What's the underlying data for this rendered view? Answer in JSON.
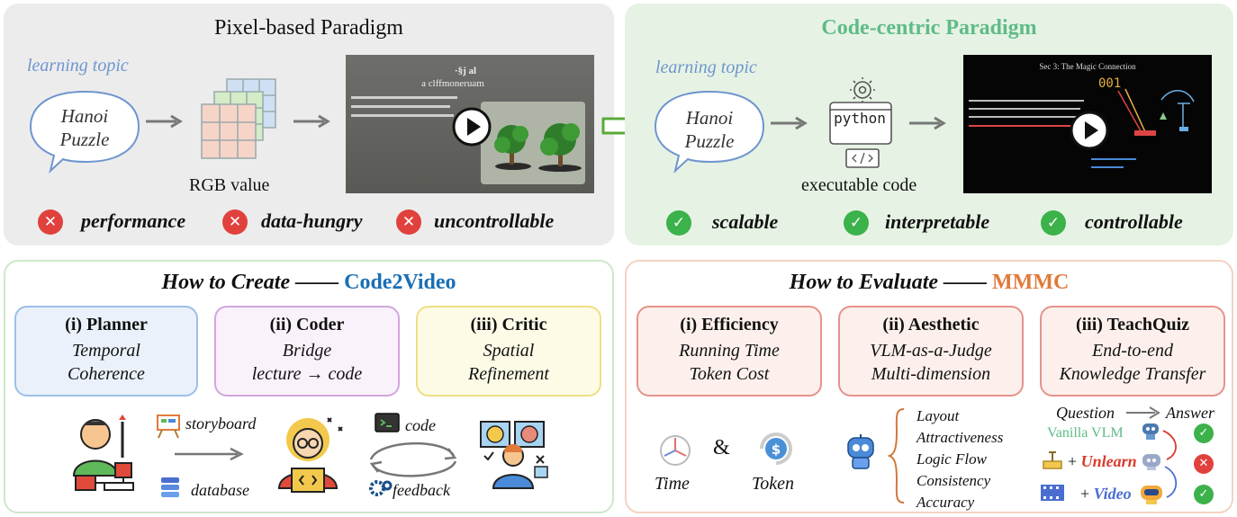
{
  "pixel": {
    "title": "Pixel-based Paradigm",
    "topic_label": "learning topic",
    "topic_line1": "Hanoi",
    "topic_line2": "Puzzle",
    "rgb_label": "RGB value",
    "cons": [
      "performance",
      "data-hungry",
      "uncontrollable"
    ],
    "video_text_title": "·§j al",
    "video_text_sub": "a clffmoneruam"
  },
  "code": {
    "title": "Code-centric Paradigm",
    "topic_label": "learning topic",
    "topic_line1": "Hanoi",
    "topic_line2": "Puzzle",
    "python_label": "python",
    "code_label": "executable code",
    "pros": [
      "scalable",
      "interpretable",
      "controllable"
    ],
    "video_title": "Sec 3: The Magic Connection",
    "video_binary": "001"
  },
  "create": {
    "title_prefix": "How to Create —— ",
    "title_highlight": "Code2Video",
    "cards": [
      {
        "head": "(i) Planner",
        "line1": "Temporal",
        "line2": "Coherence"
      },
      {
        "head": "(ii) Coder",
        "line1": "Bridge",
        "line2": "lecture → code"
      },
      {
        "head": "(iii) Critic",
        "line1": "Spatial",
        "line2": "Refinement"
      }
    ],
    "storyboard_label": "storyboard",
    "database_label": "database",
    "code_label": "code",
    "feedback_label": "feedback"
  },
  "evaluate": {
    "title_prefix": "How to Evaluate —— ",
    "title_highlight": "MMMC",
    "cards": [
      {
        "head": "(i) Efficiency",
        "line1": "Running Time",
        "line2": "Token Cost"
      },
      {
        "head": "(ii) Aesthetic",
        "line1": "VLM-as-a-Judge",
        "line2": "Multi-dimension"
      },
      {
        "head": "(iii) TeachQuiz",
        "line1": "End-to-end",
        "line2": "Knowledge Transfer"
      }
    ],
    "time_label": "Time",
    "amp": "&",
    "token_label": "Token",
    "aesthetic_items": [
      "Layout",
      "Attractiveness",
      "Logic Flow",
      "Consistency",
      "Accuracy"
    ],
    "quiz_question": "Question",
    "quiz_answer": "Answer",
    "vanilla_label": "Vanilla VLM",
    "plus1": "+ ",
    "unlearn_label": "Unlearn",
    "plus2": "+ ",
    "video_label": "Video"
  },
  "colors": {
    "code2video": "#1a6fb5",
    "mmmc": "#e07a3a",
    "code_title": "#5fbb87",
    "unlearn": "#d83a2e",
    "video": "#4a6ed0"
  }
}
